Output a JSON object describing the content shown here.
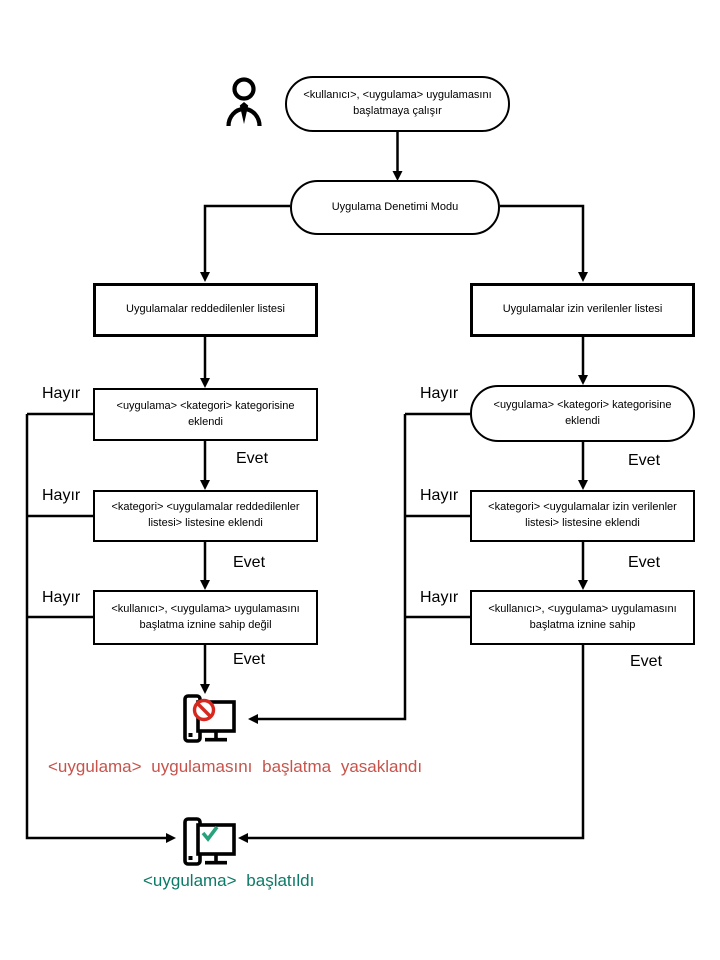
{
  "colors": {
    "blocked_text": "#c6544c",
    "started_text": "#0c7a68",
    "prohibit_red": "#d6281e",
    "check_green": "#27a27c",
    "line": "#000000"
  },
  "labels": {
    "yes": "Evet",
    "no": "Hayır"
  },
  "nodes": {
    "user_action": "<kullanıcı>,  <uygulama> uygulamasını başlatmaya çalışır",
    "mode": "Uygulama Denetimi Modu",
    "denylist_header": "Uygulamalar reddedilenler listesi",
    "allowlist_header": "Uygulamalar izin verilenler listesi",
    "deny_steps": [
      "<uygulama> <kategori> kategorisine eklendi",
      "<kategori> <uygulamalar reddedilenler listesi> listesine eklendi",
      "<kullanıcı>,  <uygulama> uygulamasını başlatma iznine sahip değil"
    ],
    "allow_steps": [
      "<uygulama> <kategori> kategorisine eklendi",
      "<kategori> <uygulamalar izin verilenler listesi> listesine eklendi",
      "<kullanıcı>,  <uygulama> uygulamasını başlatma iznine sahip"
    ],
    "blocked_result": "<uygulama>  uygulamasını  başlatma yasaklandı",
    "started_result": "<uygulama>  başlatıldı"
  },
  "icons": {
    "user": "user-icon",
    "blocked": "computer-blocked-icon",
    "started": "computer-started-icon"
  }
}
